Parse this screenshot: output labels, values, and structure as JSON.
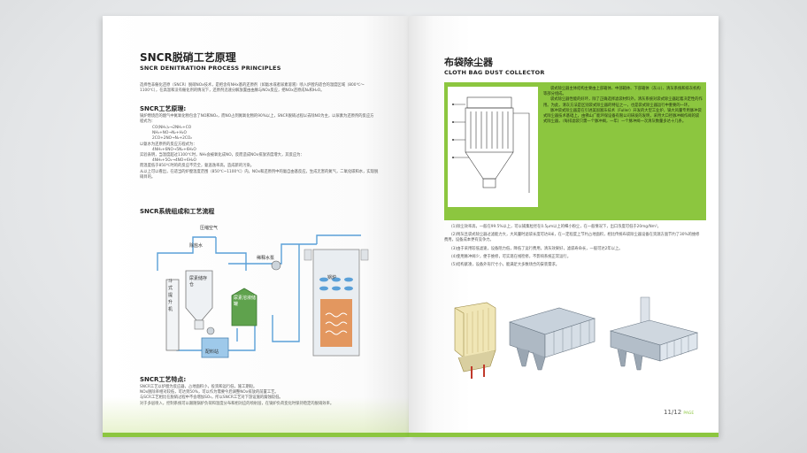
{
  "left": {
    "title": "SNCR脱硝工艺原理",
    "subtitle": "SNCR DENITRATION PROCESS PRINCIPLES",
    "intro": "选择性非催化还原（SNCR）脱硝NOx技术，是把含有NHx基的还原剂（如氨水或者尿素溶液）喷入炉膛内适合的温度区域（800℃～1100℃），在高温和没有催化剂的情况下，还原剂迅速分解放置由由脉与NOx反应，把NOx还原成N₂和H₂O。",
    "principle_heading": "SNCR工艺原理:",
    "principle_text": "锅炉燃烧后的烟气中氮氧化物包含了NO和NO₂，而NO占到氮氧化物的90%以上，SNCR脱硝过程以去除NO为主，以尿素为还原剂的反应方程式为：",
    "equations": [
      "CO(NH₂)₂→2NH₂+CO",
      "NH₂+NO→N₂+H₂O",
      "2CO+2NO→N₂+2CO₂",
      "以氨水为还原剂的反应方程式为：",
      "4NH₃+6NO→5N₂+6H₂O",
      "实验表明，当温度超过1100℃时，NH₃会被氧化成NO，反而造成NOx排放浓度增大，其反应为：",
      "4NH₃+5O₂→4NO+6H₂O",
      "而温度低于850℃时的的反应不完全，氨逃逸率高，造成新的污染。",
      "从以上可以看出，在适当的炉膛温度范围（850℃~1100℃）内，NOx和还原剂中的氨自由基反应，生成无害的氮气，二氧化碳和水，实现脱硝目的。"
    ],
    "diagram_heading": "SNCR系统组成和工艺流程",
    "diagram_labels": {
      "air": "压缩空气",
      "water": "除盐水",
      "elevator": "斗式提升机",
      "silo": "尿素储存仓",
      "dilute": "稀释水泵",
      "tank": "尿素溶液储罐",
      "boiler": "锅炉",
      "mix": "配料站"
    },
    "features_heading": "SNCR工艺特点:",
    "features": [
      "SNCR工艺以炉膛为反应器，占地面积小，投资和运行低，施工期短。",
      "NOx脱除率相对较低，可达到50%，可以作为需要今后调整NOx排放的前置工艺。",
      "与SCR工艺相比在脱硝过程中不会增加SO₃，所以SNCR工艺对下游设施的腐蚀较低。",
      "对于多层喷入，控制系统可以跟随锅炉负荷和温度分布和相对应的喷射层，在锅炉负荷变化时保持稳定的脱硝效率。"
    ]
  },
  "right": {
    "title": "布袋除尘器",
    "subtitle": "CLOTH BAG DUST COLLECTOR",
    "desc": [
      "袋式除尘器主体结构主要由上部箱体、中部箱体、下部箱体（灰斗）、清灰系统和排灰机构等部分组成。",
      "袋式除尘器性能的好坏，除了正确选择滤袋材料外，清灰系统对袋式除尘器起着决定性的作用。为此，清灰方法是区别袋式除尘器的特征之一，也是袋式除尘器运行中重要的一环。",
      "脉冲袋式除尘器是在引进美国富乐技术（Fuller）开发的大型工业炉，锅大风量专用脉冲袋式除尘器技术基础上，由佛山广能环保设备有限公司研发的发明，采用大口径脉冲阀作阀的袋式除尘器，（每排滤袋只需一个脉冲阀，一年）一个脉冲阀一次清灰数量多达十几条。"
    ],
    "numbered": [
      "(1)除尘效率高，一般在99.5%以上，可以捕集粒径在0.5μm以上的细小粉尘，在一般情况下，出口浓度可低于20mg/Nm³。",
      "(2)附灰且袋式除尘器过滤能力大，大风量时滤袋长度可达8米，在一定程度上节约占地面积，相比传统布袋除尘器设备在资源方面节约了30%的维修费用，设备成本更有竞争力。",
      "(3)由于采用较低滤速，设备阻力低，降低了运行费用，清灰效果好，滤袋寿命长，一般可达2年以上。",
      "(4)使用脉冲阀少，便于维修，可实现在线检修，不影响系统正常运行。",
      "(5)结构紧凑，设备外形尺寸小，能满足大多数场合的安装需求。"
    ],
    "page_number": "11/12",
    "page_label": "PAGE"
  },
  "colors": {
    "accent": "#8cc63f",
    "pipe": "#5aa0d8",
    "blue": "#1e5f94"
  }
}
